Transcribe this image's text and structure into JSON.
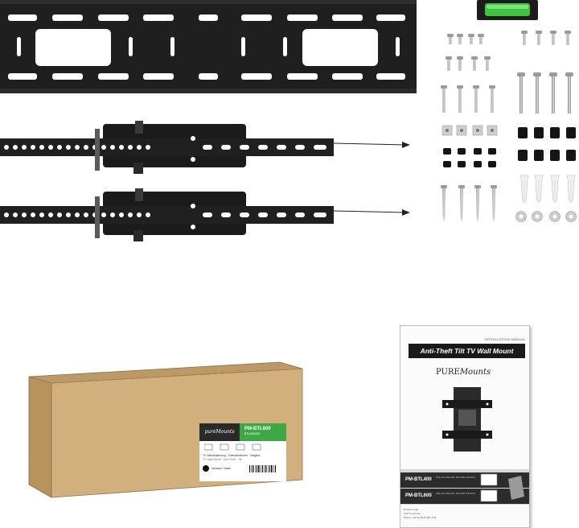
{
  "box": {
    "brand": "pureMounts",
    "model": "PM-BTL600",
    "model_sub": "BTL400/600",
    "line1": "TV Wandhalterung · Diebstahlsicher · Neigbar",
    "line2": "TV Wall Mount · Anti-Theft · Tilt",
    "color_label": "schwarz / black"
  },
  "manual": {
    "header": "INSTALLATION MANUAL",
    "title": "Anti-Theft Tilt TV Wall Mount",
    "brand_pure": "PURE",
    "brand_mounts": "Mounts",
    "models": [
      {
        "name": "PM-BTL400",
        "spec": "200x100 200x200 300x300 400x400"
      },
      {
        "name": "PM-BTL600",
        "spec": "200x100 200x200 400x400 600x400"
      }
    ],
    "footer1": "Product Code",
    "footer2": "Tech Comp Ltd.",
    "footer3": "Phone: +49 (0) 5971 981 4711"
  },
  "colors": {
    "bracket": "#1f1f1f",
    "bracket_hole": "#ffffff",
    "box_cardboard": "#d2b07e",
    "box_side": "#bd9a65",
    "box_edge": "#8c6d45",
    "level_green": "#3cc43c",
    "label_green": "#3fa845"
  }
}
